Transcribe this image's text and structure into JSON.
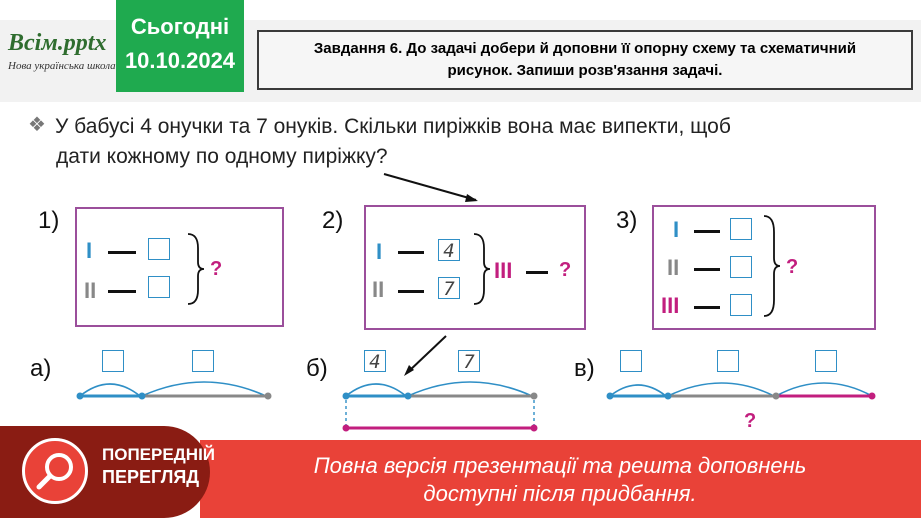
{
  "header": {
    "logo_main": "Всім.pptx",
    "logo_sub": "Нова українська школа",
    "date_title": "Сьогодні",
    "date_value": "10.10.2024",
    "task_line1": "Завдання 6. До задачі добери й доповни її опорну схему та схематичний",
    "task_line2": "рисунок. Запиши розв'язання задачі."
  },
  "problem": {
    "bullet": "❖",
    "line1": "У бабусі 4 онучки та 7 онуків. Скільки пиріжків вона має випекти, щоб",
    "line2": "дати кожному по одному пиріжку?"
  },
  "schemes": {
    "s1_label": "1)",
    "s2_label": "2)",
    "s3_label": "3)",
    "roman1": "I",
    "roman2": "II",
    "roman3": "III",
    "dash": "—",
    "question": "?",
    "s2_val1": "4",
    "s2_val2": "7"
  },
  "drawings": {
    "a_label": "а)",
    "b_label": "б)",
    "c_label": "в)",
    "b_val1": "4",
    "b_val2": "7",
    "question": "?"
  },
  "banner": {
    "preview_line1": "ПОПЕРЕДНІЙ",
    "preview_line2": "ПЕРЕГЛЯД",
    "text_line1": "Повна версія презентації та решта доповнень",
    "text_line2": "доступні після придбання."
  },
  "colors": {
    "green": "#1faa4f",
    "purple_border": "#9b4f9b",
    "blue": "#2f8fc6",
    "magenta": "#c21e7e",
    "banner_red": "#e94238"
  }
}
